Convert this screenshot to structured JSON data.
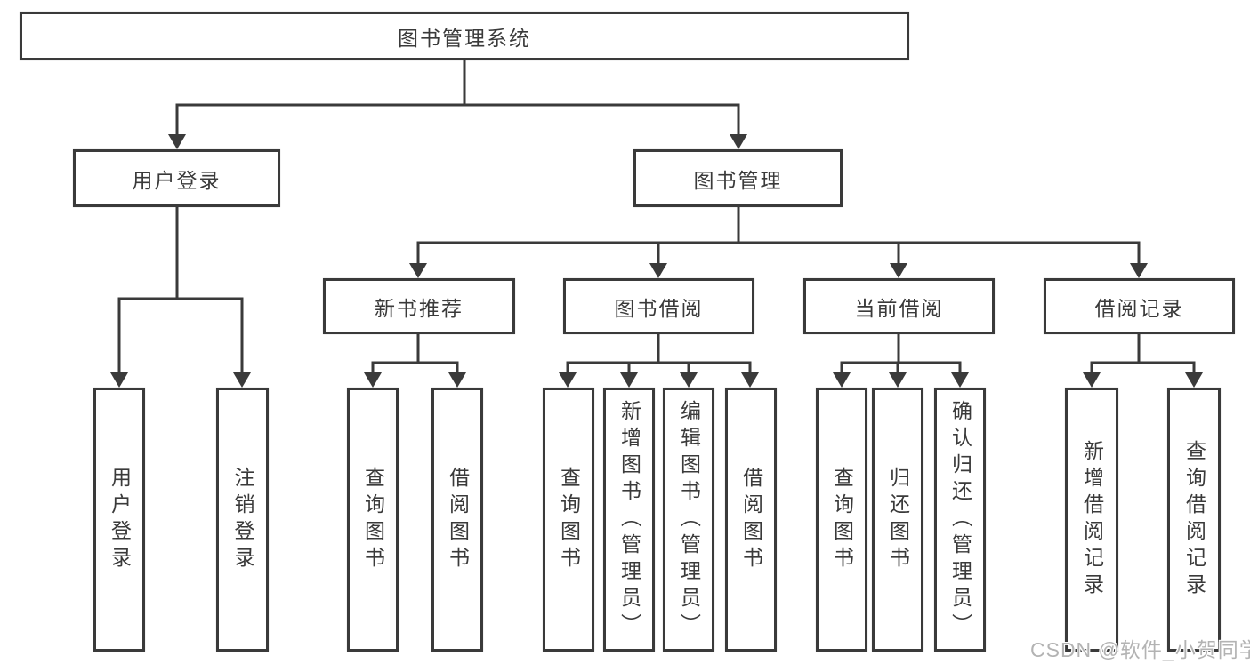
{
  "diagram": {
    "root": {
      "label": "图书管理系统"
    },
    "user_login": {
      "label": "用户登录",
      "children": [
        {
          "label": "用户登录"
        },
        {
          "label": "注销登录"
        }
      ]
    },
    "book_management": {
      "label": "图书管理",
      "sections": [
        {
          "label": "新书推荐",
          "children": [
            {
              "label": "查询图书"
            },
            {
              "label": "借阅图书"
            }
          ]
        },
        {
          "label": "图书借阅",
          "children": [
            {
              "label": "查询图书"
            },
            {
              "label": "新增图书（管理员）"
            },
            {
              "label": "编辑图书（管理员）"
            },
            {
              "label": "借阅图书"
            }
          ]
        },
        {
          "label": "当前借阅",
          "children": [
            {
              "label": "查询图书"
            },
            {
              "label": "归还图书"
            },
            {
              "label": "确认归还（管理员）"
            }
          ]
        },
        {
          "label": "借阅记录",
          "children": [
            {
              "label": "新增借阅记录"
            },
            {
              "label": "查询借阅记录"
            }
          ]
        }
      ]
    },
    "line_color": "#3a3a3a",
    "box_background": "#ffffff"
  },
  "watermark": {
    "text": "CSDN @软件_小贺同学",
    "color": "#b3b3b3"
  }
}
